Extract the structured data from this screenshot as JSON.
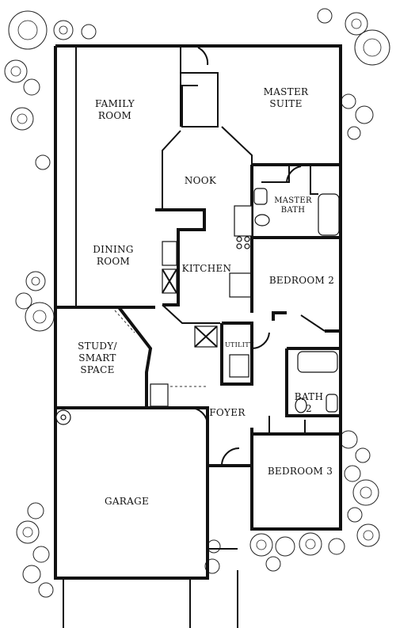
{
  "rooms": {
    "family_room": "FAMILY\nROOM",
    "master_suite": "MASTER\nSUITE",
    "nook": "NOOK",
    "master_bath": "MASTER\nBATH",
    "dining_room": "DINING\nROOM",
    "kitchen": "KITCHEN",
    "bedroom_2": "BEDROOM 2",
    "study": "STUDY/\nSMART\nSPACE",
    "utility": "UTILITY",
    "bath_2": "BATH\n2",
    "foyer": "FOYER",
    "bedroom_3": "BEDROOM 3",
    "garage": "GARAGE"
  }
}
